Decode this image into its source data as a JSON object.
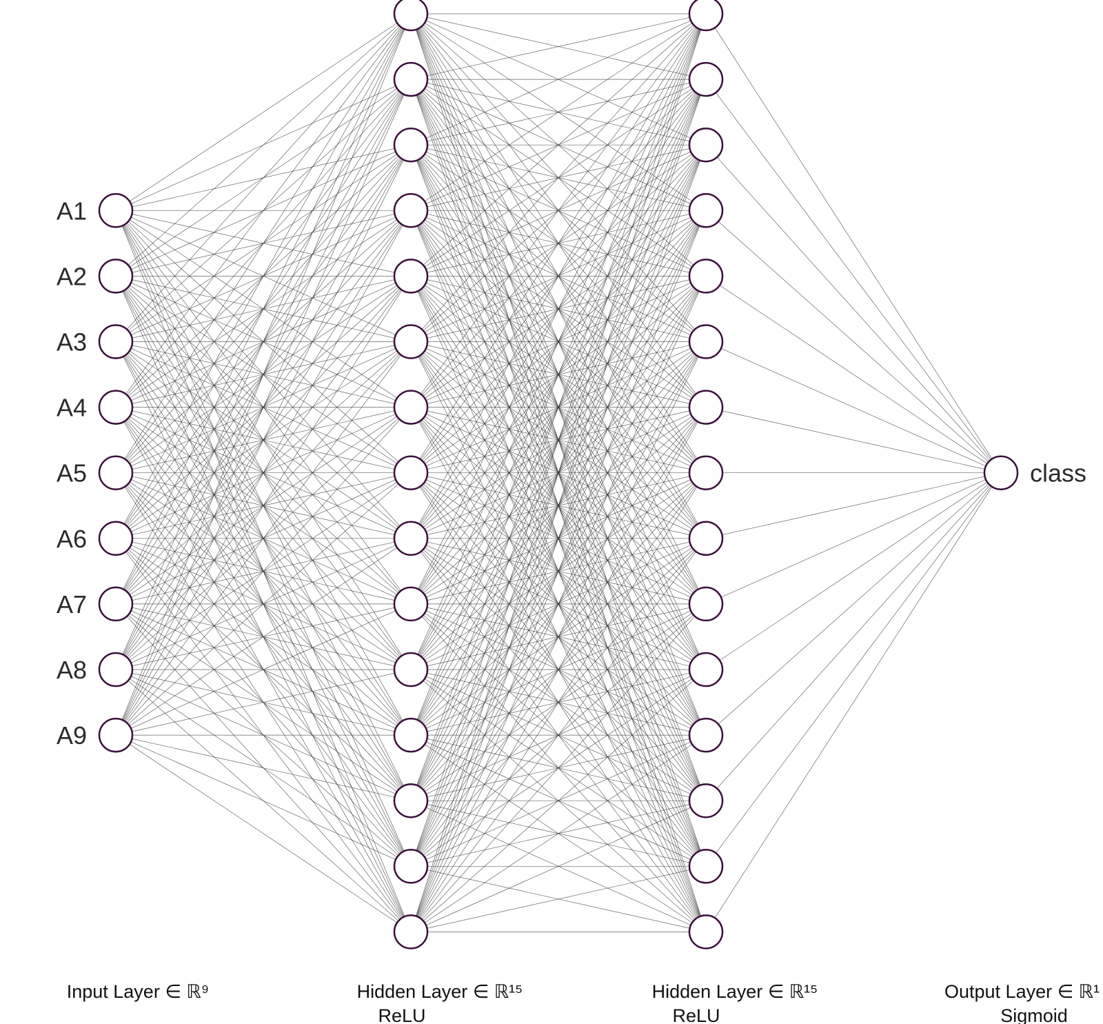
{
  "layers": [
    {
      "name": "input",
      "size": 9,
      "title": "Input Layer ∈ ℝ⁹",
      "activation": "",
      "node_labels": [
        "A1",
        "A2",
        "A3",
        "A4",
        "A5",
        "A6",
        "A7",
        "A8",
        "A9"
      ]
    },
    {
      "name": "hidden-1",
      "size": 15,
      "title": "Hidden Layer ∈ ℝ¹⁵",
      "activation": "ReLU",
      "node_labels": []
    },
    {
      "name": "hidden-2",
      "size": 15,
      "title": "Hidden Layer ∈ ℝ¹⁵",
      "activation": "ReLU",
      "node_labels": []
    },
    {
      "name": "output",
      "size": 1,
      "title": "Output Layer ∈ ℝ¹",
      "activation": "Sigmoid",
      "node_labels": [
        "class"
      ]
    }
  ],
  "colors": {
    "node_stroke": "#3a0f3a",
    "edge": "#333333",
    "text": "#2b2b2b"
  }
}
